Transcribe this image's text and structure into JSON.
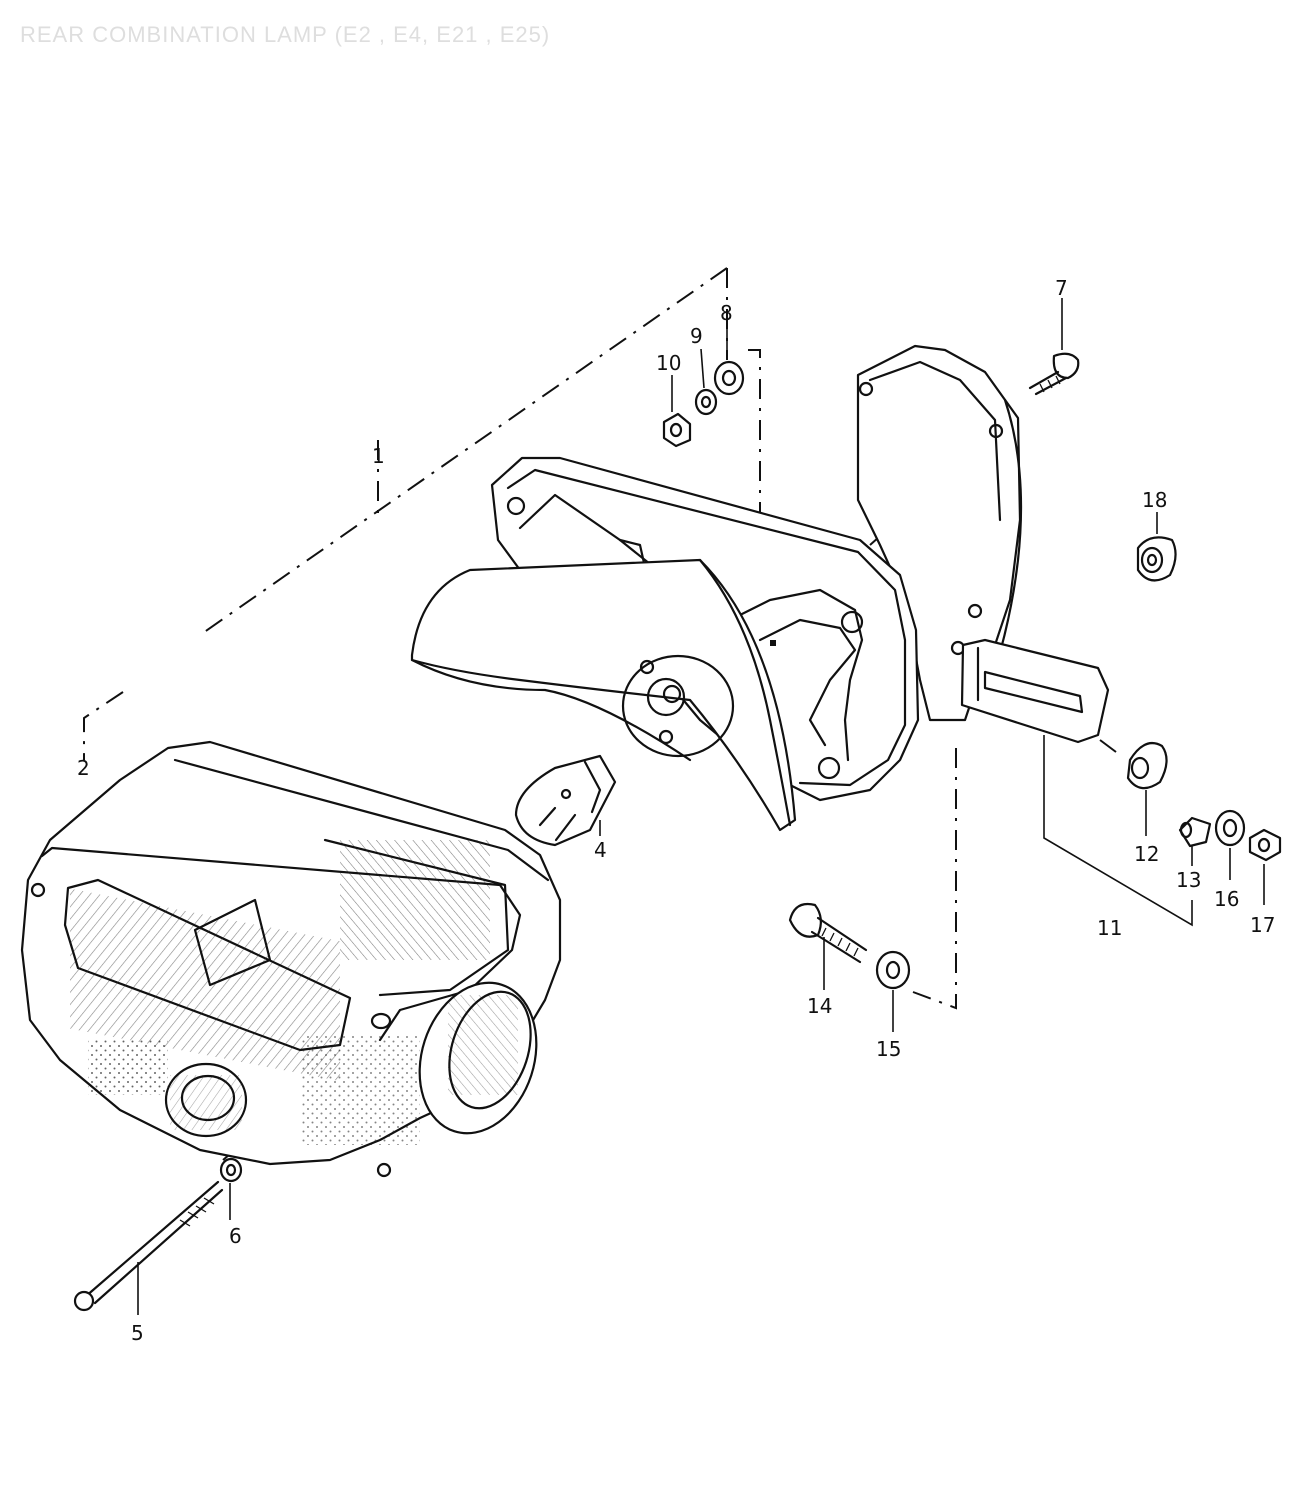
{
  "title": "REAR COMBINATION LAMP (E2 , E4, E21 , E25)",
  "callouts": {
    "c1": "1",
    "c2": "2",
    "c4": "4",
    "c5": "5",
    "c6": "6",
    "c7": "7",
    "c8": "8",
    "c9": "9",
    "c10": "10",
    "c11": "11",
    "c12": "12",
    "c13": "13",
    "c14": "14",
    "c15": "15",
    "c16": "16",
    "c17": "17",
    "c18": "18"
  }
}
